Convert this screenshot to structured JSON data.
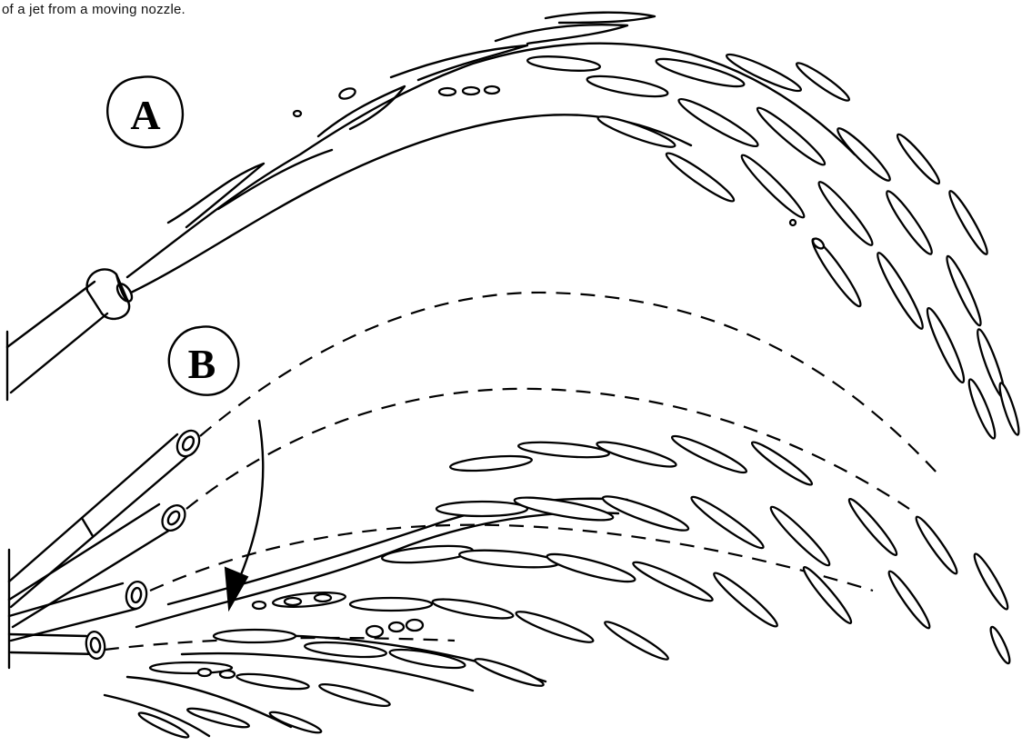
{
  "caption": "of a jet from a moving nozzle.",
  "labels": {
    "a": "A",
    "b": "B"
  },
  "colors": {
    "ink": "#000000",
    "paper": "#ffffff"
  }
}
